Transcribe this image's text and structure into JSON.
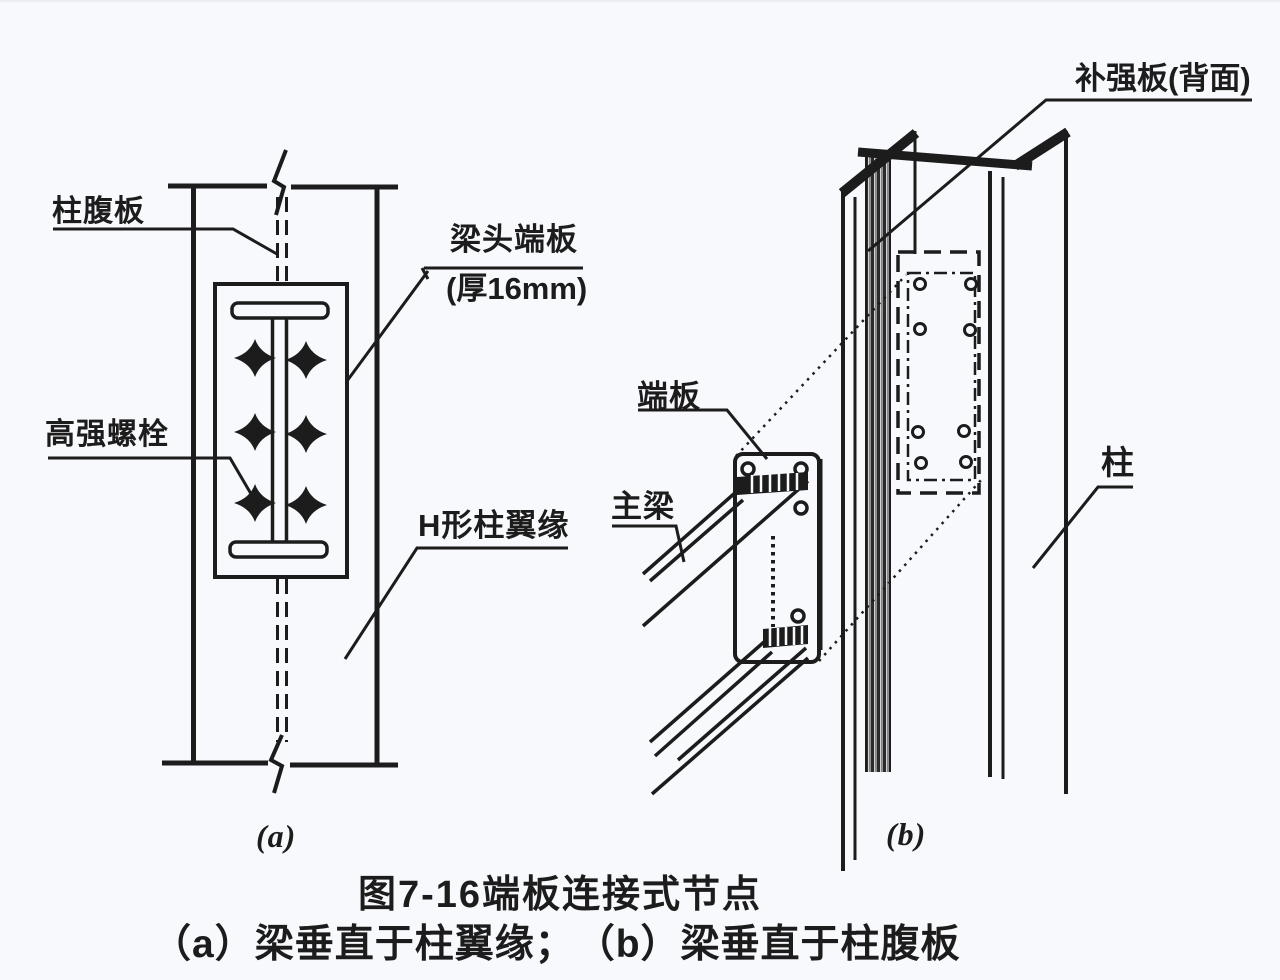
{
  "figure": {
    "caption": {
      "line1": "图7-16端板连接式节点",
      "line2": "（a）梁垂直于柱翼缘；　（b）梁垂直于柱腹板"
    },
    "panel_a": {
      "tag": "(a)",
      "label_column_web": "柱腹板",
      "label_hs_bolt": "高强螺栓",
      "label_end_plate_line1": "梁头端板",
      "label_end_plate_line2": "(厚16mm)",
      "label_h_flange": "H形柱翼缘"
    },
    "panel_b": {
      "tag": "(b)",
      "label_backing_plate": "补强板(背面)",
      "label_end_plate": "端板",
      "label_main_beam": "主梁",
      "label_column": "柱"
    },
    "colors": {
      "ink": "#1c1c1c",
      "background": "#f7f9fc"
    }
  }
}
